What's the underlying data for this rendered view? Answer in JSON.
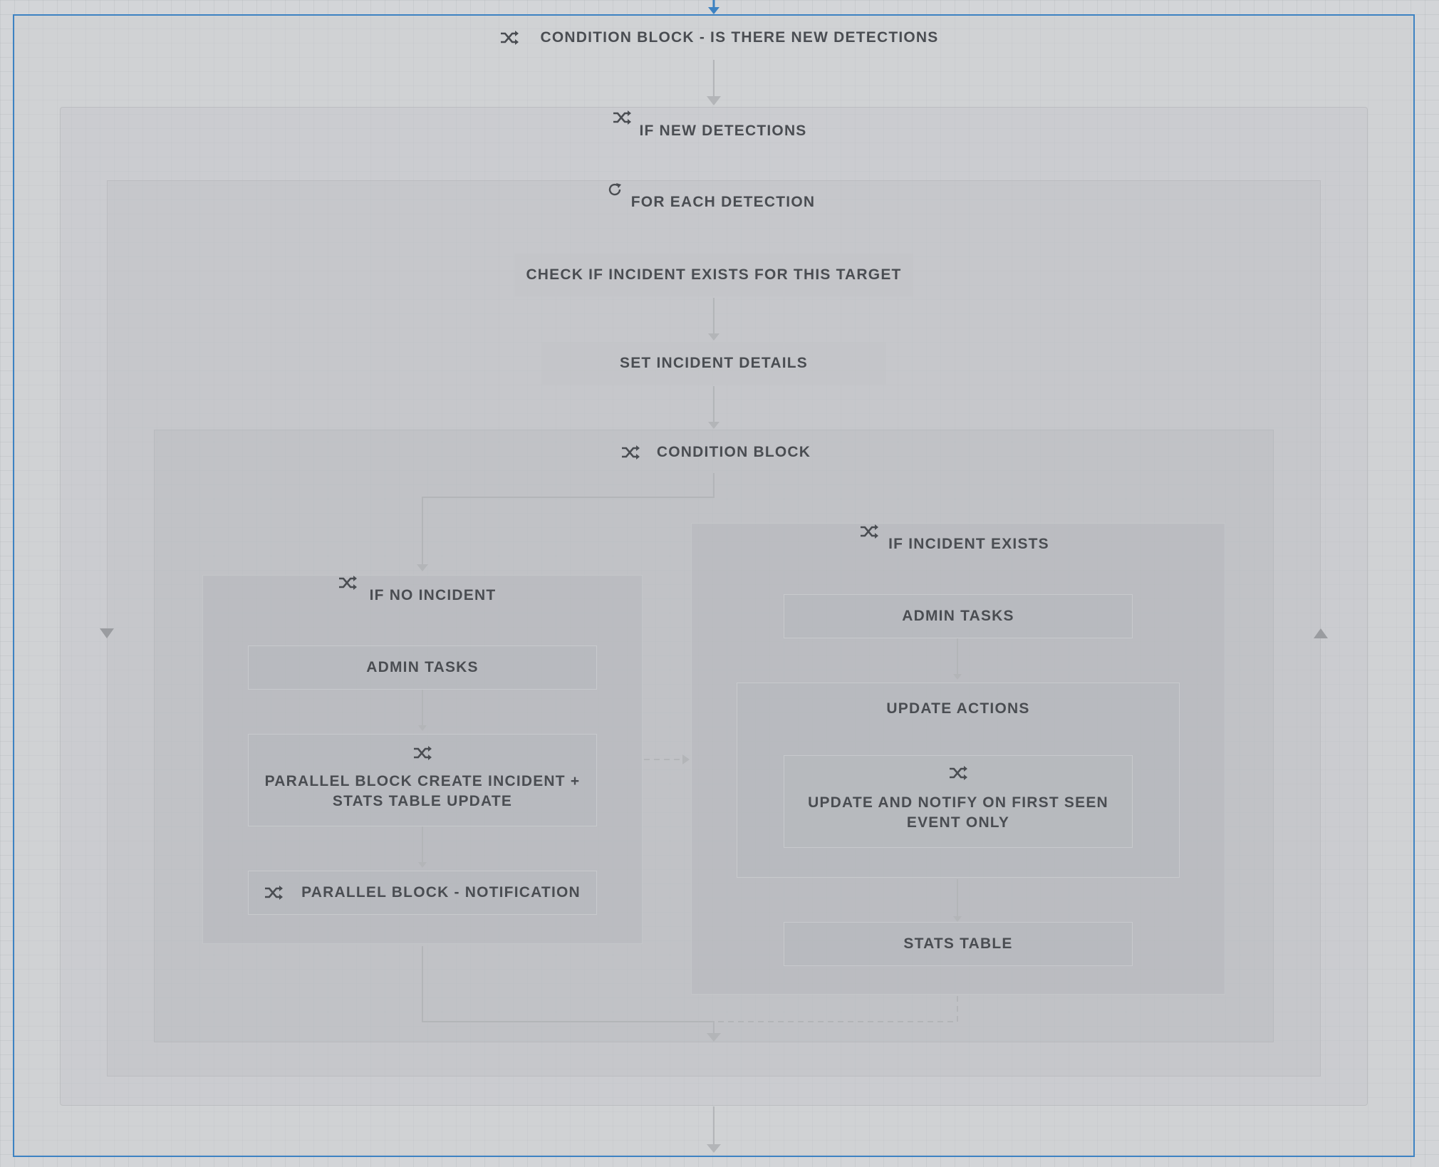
{
  "outer_block": {
    "title": "CONDITION BLOCK - IS THERE NEW DETECTIONS",
    "icon": "shuffle-icon"
  },
  "if_new": {
    "title": "IF NEW DETECTIONS",
    "icon": "shuffle-icon"
  },
  "for_each": {
    "title": "FOR EACH DETECTION",
    "icon": "loop-icon"
  },
  "steps": {
    "check_incident": "CHECK IF INCIDENT EXISTS FOR THIS TARGET",
    "set_details": "SET INCIDENT DETAILS"
  },
  "condition_block": {
    "title": "CONDITION BLOCK",
    "icon": "shuffle-icon"
  },
  "if_no_incident": {
    "title": "IF NO INCIDENT",
    "admin_tasks": "ADMIN TASKS",
    "parallel_create_line1": "PARALLEL BLOCK CREATE INCIDENT +",
    "parallel_create_line2": "STATS TABLE UPDATE",
    "parallel_notification": "PARALLEL BLOCK - NOTIFICATION"
  },
  "if_incident_exists": {
    "title": "IF INCIDENT EXISTS",
    "admin_tasks": "ADMIN TASKS",
    "update_actions": "UPDATE ACTIONS",
    "update_notify_line1": "UPDATE AND NOTIFY ON FIRST SEEN",
    "update_notify_line2": "EVENT ONLY",
    "stats_table": "STATS TABLE"
  },
  "colors": {
    "selection_border": "#3d82c2",
    "text": "#4a4d52",
    "connector": "#b4b6b9"
  }
}
